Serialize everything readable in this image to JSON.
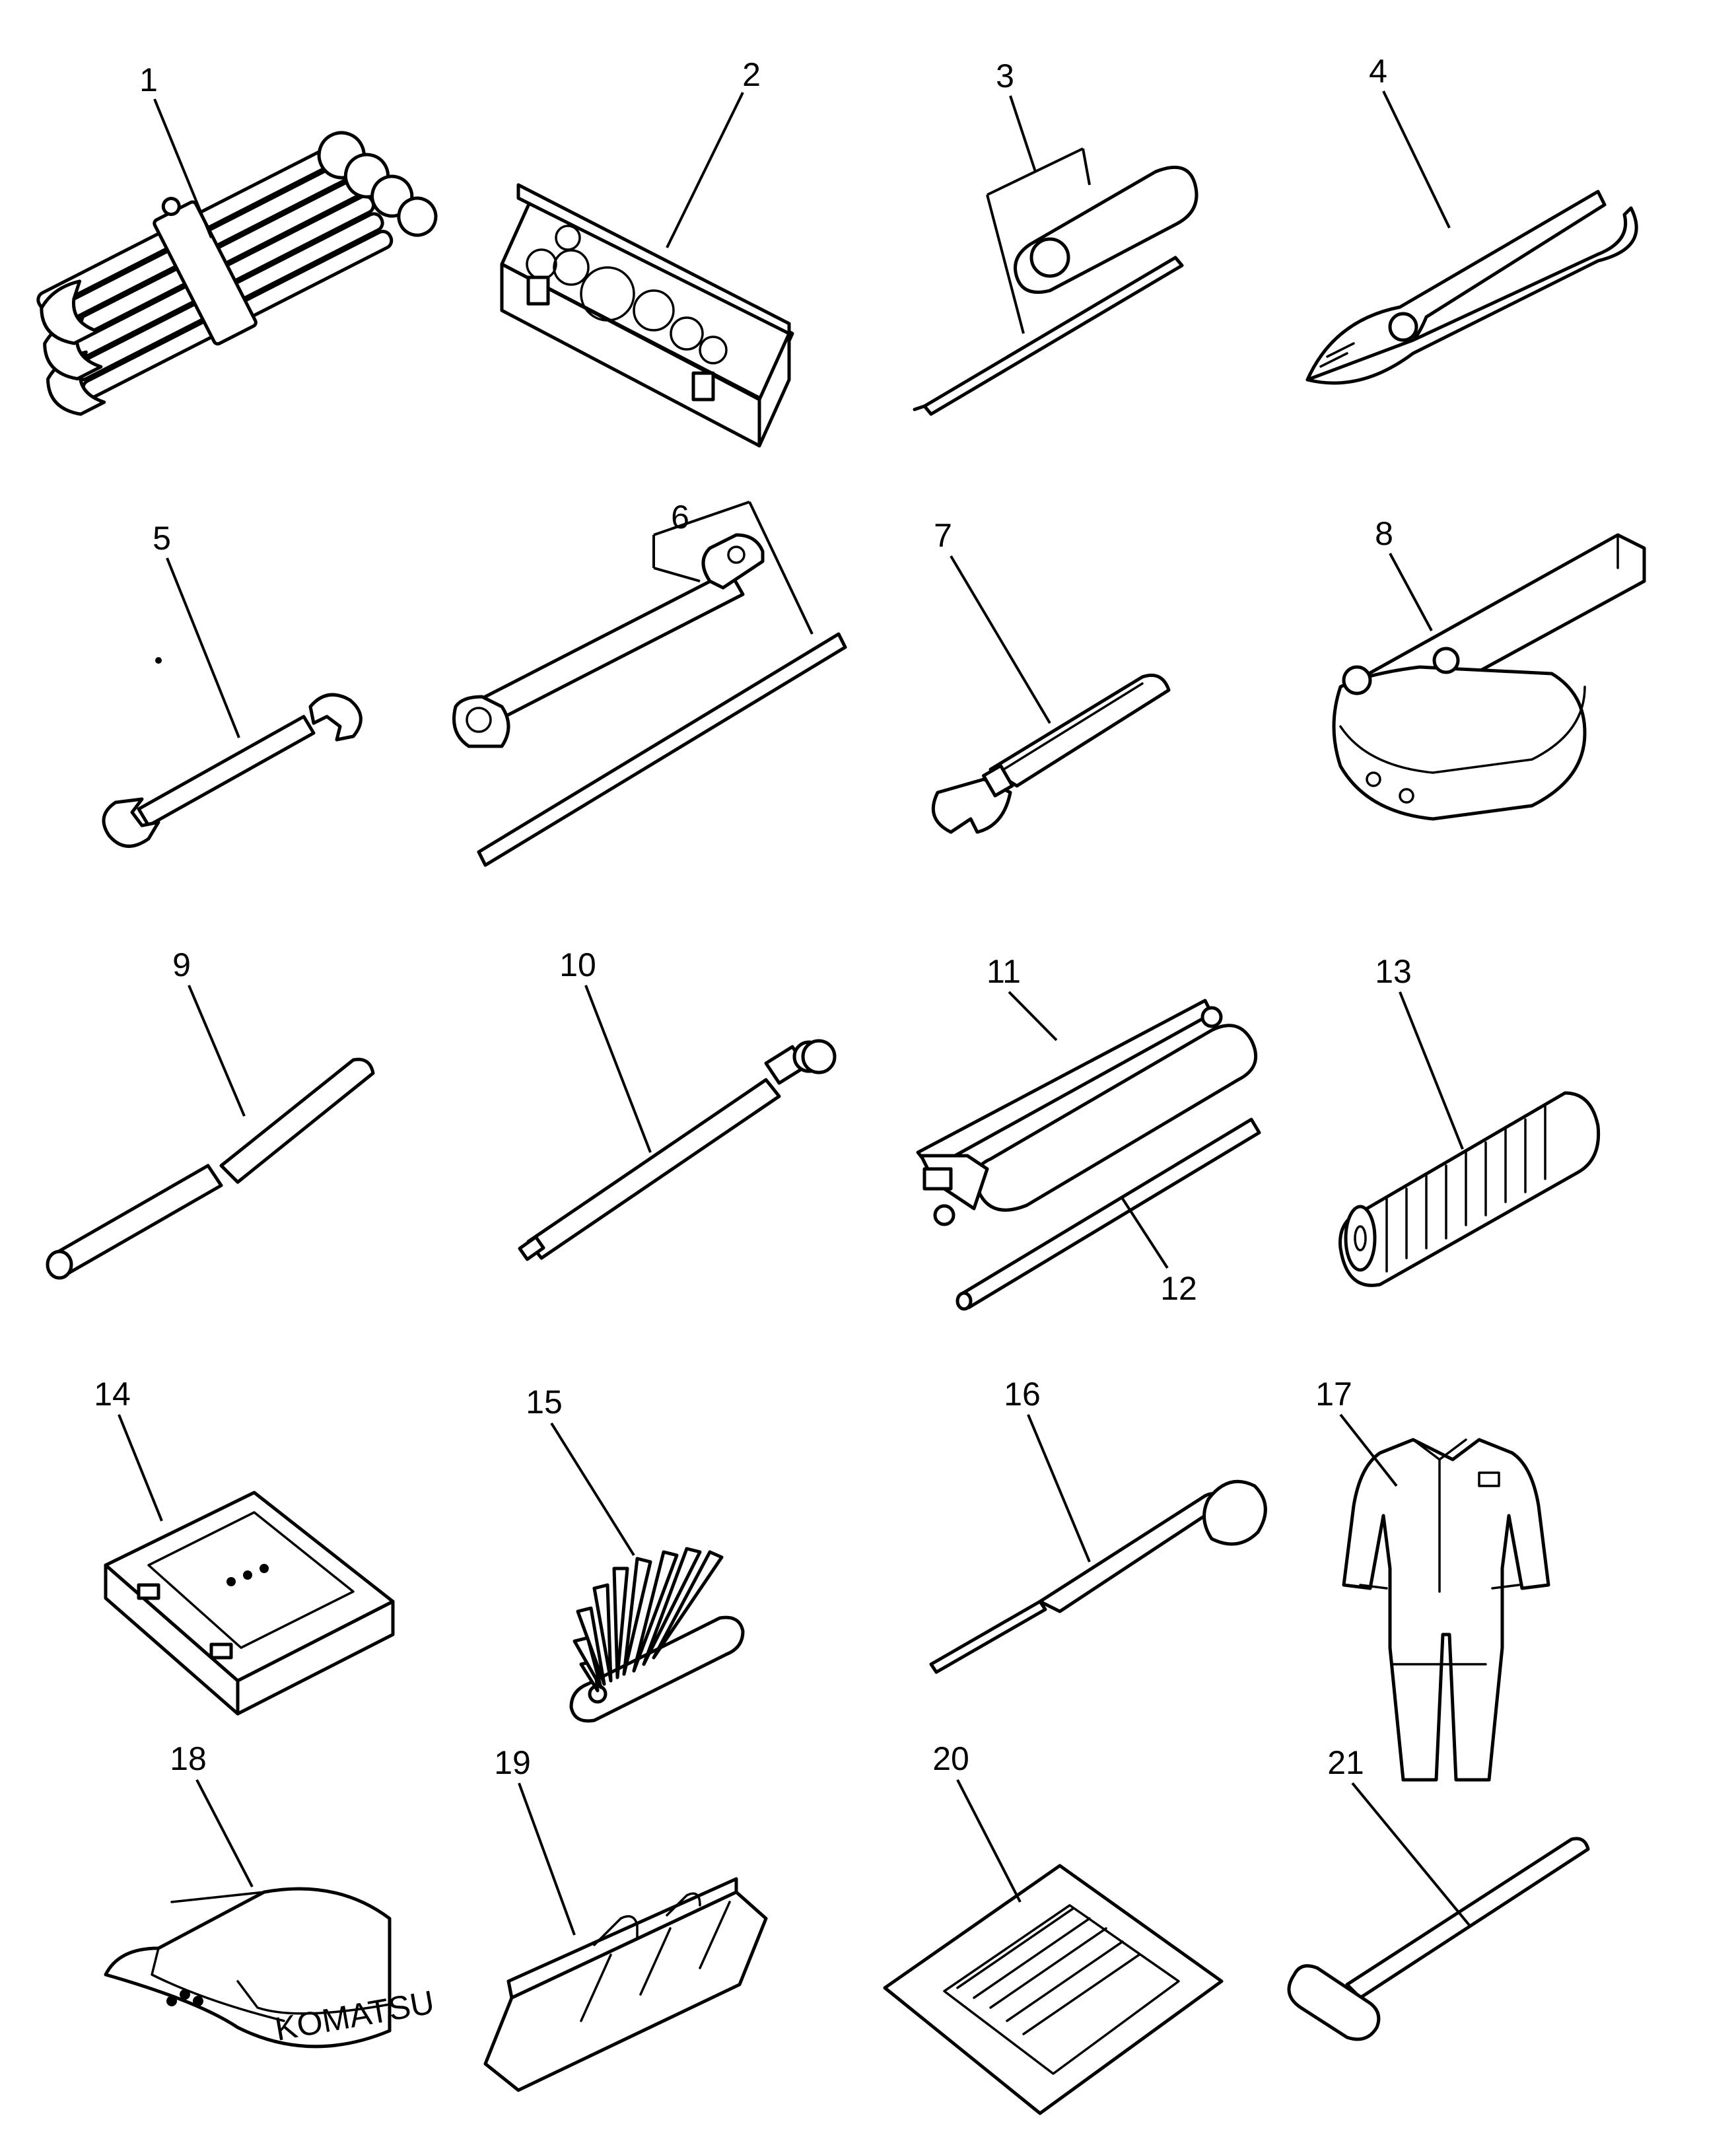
{
  "callouts": [
    "1",
    "2",
    "3",
    "4",
    "5",
    "6",
    "7",
    "8",
    "9",
    "10",
    "11",
    "12",
    "13",
    "14",
    "15",
    "16",
    "17",
    "18",
    "19",
    "20",
    "21"
  ],
  "imprints": {
    "cap_brand": "KOMATSU"
  },
  "icons": {
    "1": "wrench-set-icon",
    "2": "socket-set-case-icon",
    "3": "screwdriver-set-icon",
    "4": "pliers-icon",
    "5": "open-end-wrench-icon",
    "6": "box-wrench-with-bar-icon",
    "7": "adjustable-wrench-icon",
    "8": "filter-wrench-icon",
    "9": "extension-pipe-icon",
    "10": "grease-pump-icon",
    "11": "grease-gun-icon",
    "12": "grease-hose-icon",
    "13": "coil-hose-icon",
    "14": "tool-case-icon",
    "15": "feeler-gauge-icon",
    "16": "gauge-tool-icon",
    "17": "coverall-icon",
    "18": "cap-icon",
    "19": "tool-bag-icon",
    "20": "manual-sheet-icon",
    "21": "hammer-icon"
  }
}
